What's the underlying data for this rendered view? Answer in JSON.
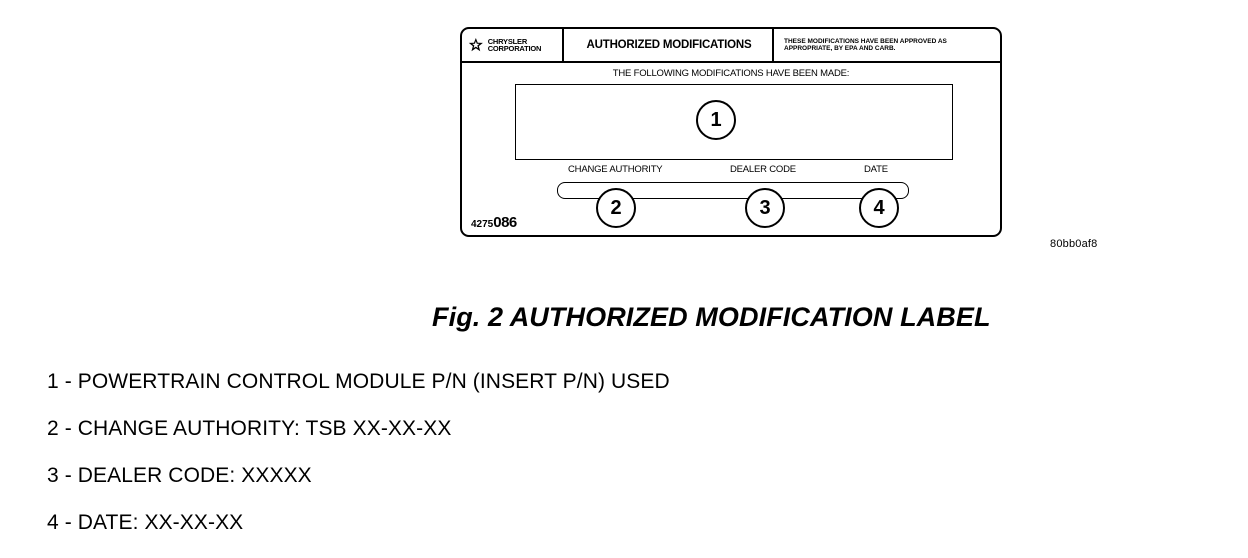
{
  "label": {
    "logo_text": "CHRYSLER CORPORATION",
    "title": "AUTHORIZED MODIFICATIONS",
    "approval_note": "THESE MODIFICATIONS HAVE BEEN APPROVED AS APPROPRIATE, BY EPA AND CARB.",
    "modifications_heading": "THE FOLLOWING MODIFICATIONS HAVE BEEN MADE:",
    "fields": {
      "change_authority": "CHANGE AUTHORITY",
      "dealer_code": "DEALER CODE",
      "date": "DATE"
    },
    "callouts": [
      "1",
      "2",
      "3",
      "4"
    ],
    "part_number_prefix": "4275",
    "part_number_suffix": "086"
  },
  "image_code": "80bb0af8",
  "figure_caption": "Fig. 2 AUTHORIZED MODIFICATION LABEL",
  "legend": [
    "1 - POWERTRAIN CONTROL MODULE P/N (INSERT P/N) USED",
    "2 - CHANGE AUTHORITY: TSB XX-XX-XX",
    "3 - DEALER CODE: XXXXX",
    "4 - DATE: XX-XX-XX"
  ]
}
